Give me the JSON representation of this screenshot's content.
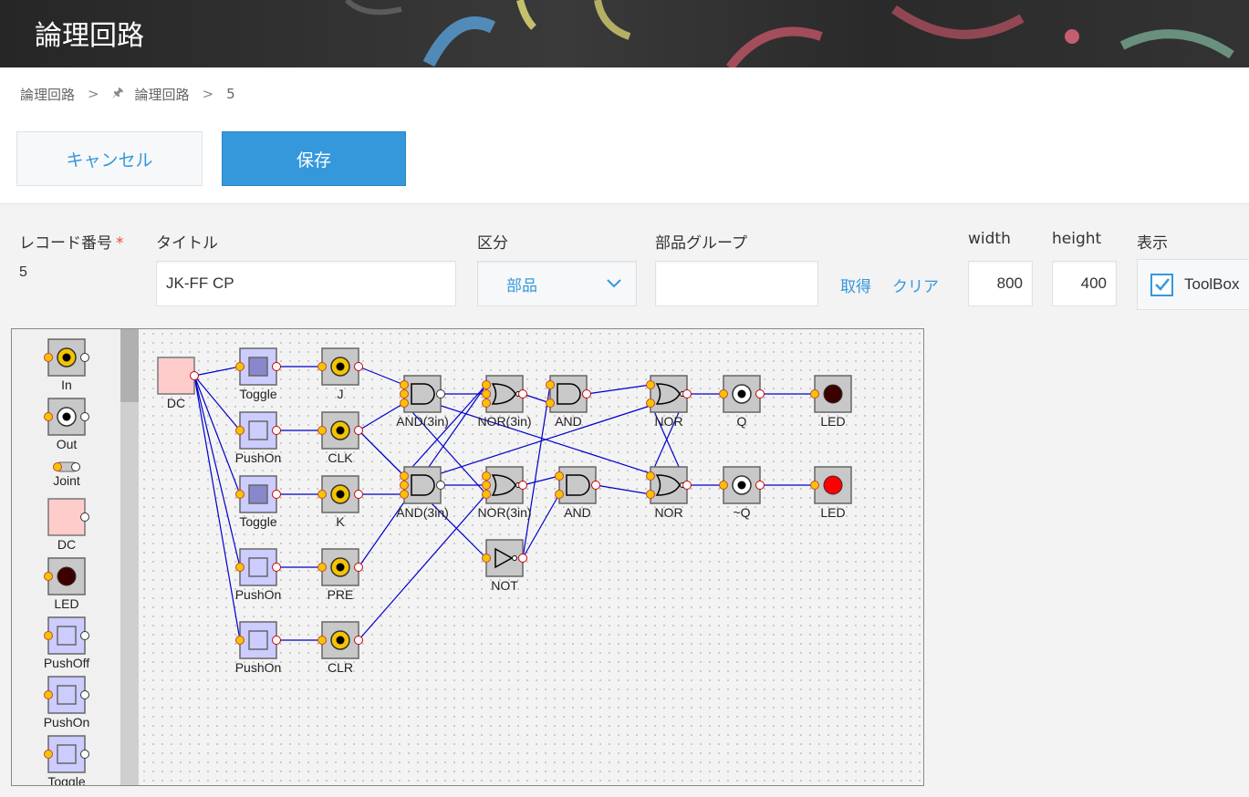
{
  "header": {
    "title": "論理回路"
  },
  "breadcrumb": {
    "root": "論理回路",
    "sep1": ">",
    "page": "論理回路",
    "sep2": ">",
    "id": "5"
  },
  "buttons": {
    "cancel": "キャンセル",
    "save": "保存"
  },
  "form": {
    "record_label": "レコード番号",
    "required_mark": "*",
    "record_value": "5",
    "title_label": "タイトル",
    "title_value": "JK-FF CP",
    "category_label": "区分",
    "category_value": "部品",
    "group_label": "部品グループ",
    "group_value": "",
    "fetch_link": "取得",
    "clear_link": "クリア",
    "width_label": "width",
    "width_value": "800",
    "height_label": "height",
    "height_value": "400",
    "display_label": "表示",
    "toolbox_label": "ToolBox",
    "toolbox_checked": true
  },
  "colors": {
    "accent": "#3498db",
    "wire": "#0000cc",
    "led_on": "#ff0000",
    "led_off": "#3d0000",
    "dc": "#ffcccc",
    "switch": "#ccccff"
  },
  "toolbox": {
    "items": [
      "In",
      "Out",
      "Joint",
      "DC",
      "LED",
      "PushOff",
      "PushOn",
      "Toggle"
    ]
  },
  "circuit": {
    "labels": {
      "dc": "DC",
      "sw1": "Toggle",
      "sw2": "PushOn",
      "sw3": "Toggle",
      "sw4": "PushOn",
      "sw5": "PushOn",
      "in_j": "J",
      "in_clk": "CLK",
      "in_k": "K",
      "in_pre": "PRE",
      "in_clr": "CLR",
      "and3_top": "AND(3in)",
      "and3_bot": "AND(3in)",
      "nor3_top": "NOR(3in)",
      "nor3_bot": "NOR(3in)",
      "not": "NOT",
      "and_top": "AND",
      "and_bot": "AND",
      "nor_top": "NOR",
      "nor_bot": "NOR",
      "out_q": "Q",
      "out_nq": "~Q",
      "led_top": "LED",
      "led_bot": "LED"
    }
  }
}
